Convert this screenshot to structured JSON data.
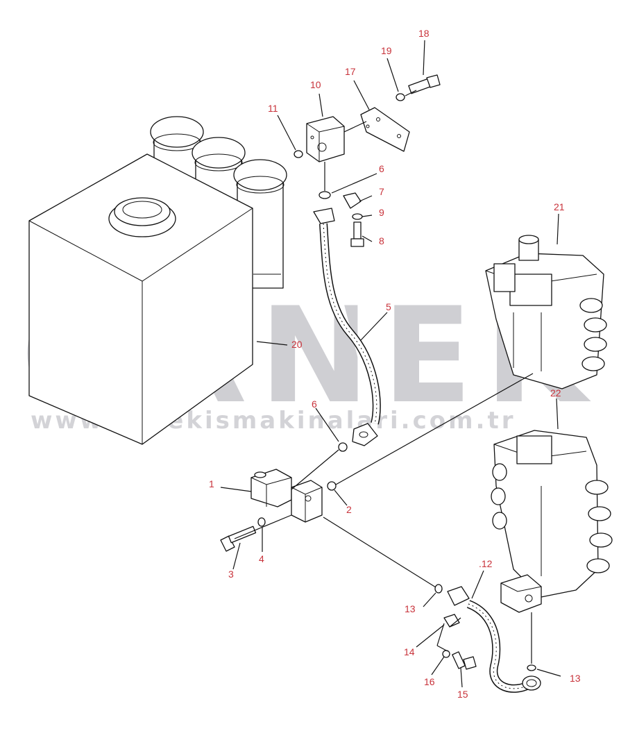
{
  "watermark": {
    "brand": "ÖRNEK",
    "url": "www.ornekismakinalari.com.tr",
    "accent_color": "#f2c94c",
    "text_color": "#cfcfd3"
  },
  "label_color": "#c8323a",
  "callouts": [
    {
      "id": "1",
      "text": "1"
    },
    {
      "id": "2",
      "text": "2"
    },
    {
      "id": "3",
      "text": "3"
    },
    {
      "id": "4",
      "text": "4"
    },
    {
      "id": "5",
      "text": "5"
    },
    {
      "id": "6a",
      "text": "6"
    },
    {
      "id": "6b",
      "text": "6"
    },
    {
      "id": "7",
      "text": "7"
    },
    {
      "id": "8",
      "text": "8"
    },
    {
      "id": "9",
      "text": "9"
    },
    {
      "id": "10",
      "text": "10"
    },
    {
      "id": "11",
      "text": "11"
    },
    {
      "id": "12",
      "text": ".12"
    },
    {
      "id": "13a",
      "text": "13"
    },
    {
      "id": "13b",
      "text": "13"
    },
    {
      "id": "14",
      "text": "14"
    },
    {
      "id": "15",
      "text": "15"
    },
    {
      "id": "16",
      "text": "16"
    },
    {
      "id": "17",
      "text": "17"
    },
    {
      "id": "18",
      "text": "18"
    },
    {
      "id": "19",
      "text": "19"
    },
    {
      "id": "20",
      "text": "20"
    },
    {
      "id": "21",
      "text": "21"
    },
    {
      "id": "22",
      "text": "22"
    }
  ]
}
